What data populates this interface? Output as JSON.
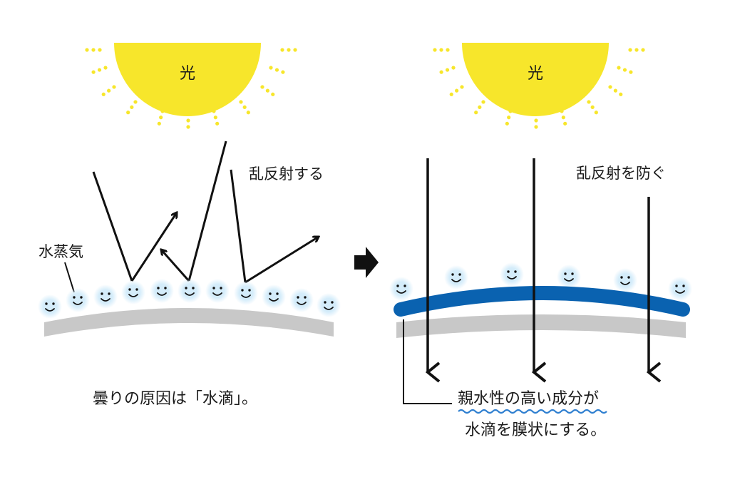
{
  "left_panel": {
    "sun_label": "光",
    "reflection_label": "乱反射する",
    "vapor_label": "水蒸気",
    "caption": "曇りの原因は「水滴」。"
  },
  "arrow_icon": "right-pointing-arrow",
  "right_panel": {
    "sun_label": "光",
    "prevent_label": "乱反射を防ぐ",
    "caption_line1": "親水性の高い成分が",
    "caption_line2": "水滴を膜状にする。"
  },
  "colors": {
    "sun": "#f7e62b",
    "film": "#0a62b0",
    "lens": "#c8c8c8",
    "droplet": "#cce6f6",
    "wave_underline": "#2f7fd0"
  }
}
